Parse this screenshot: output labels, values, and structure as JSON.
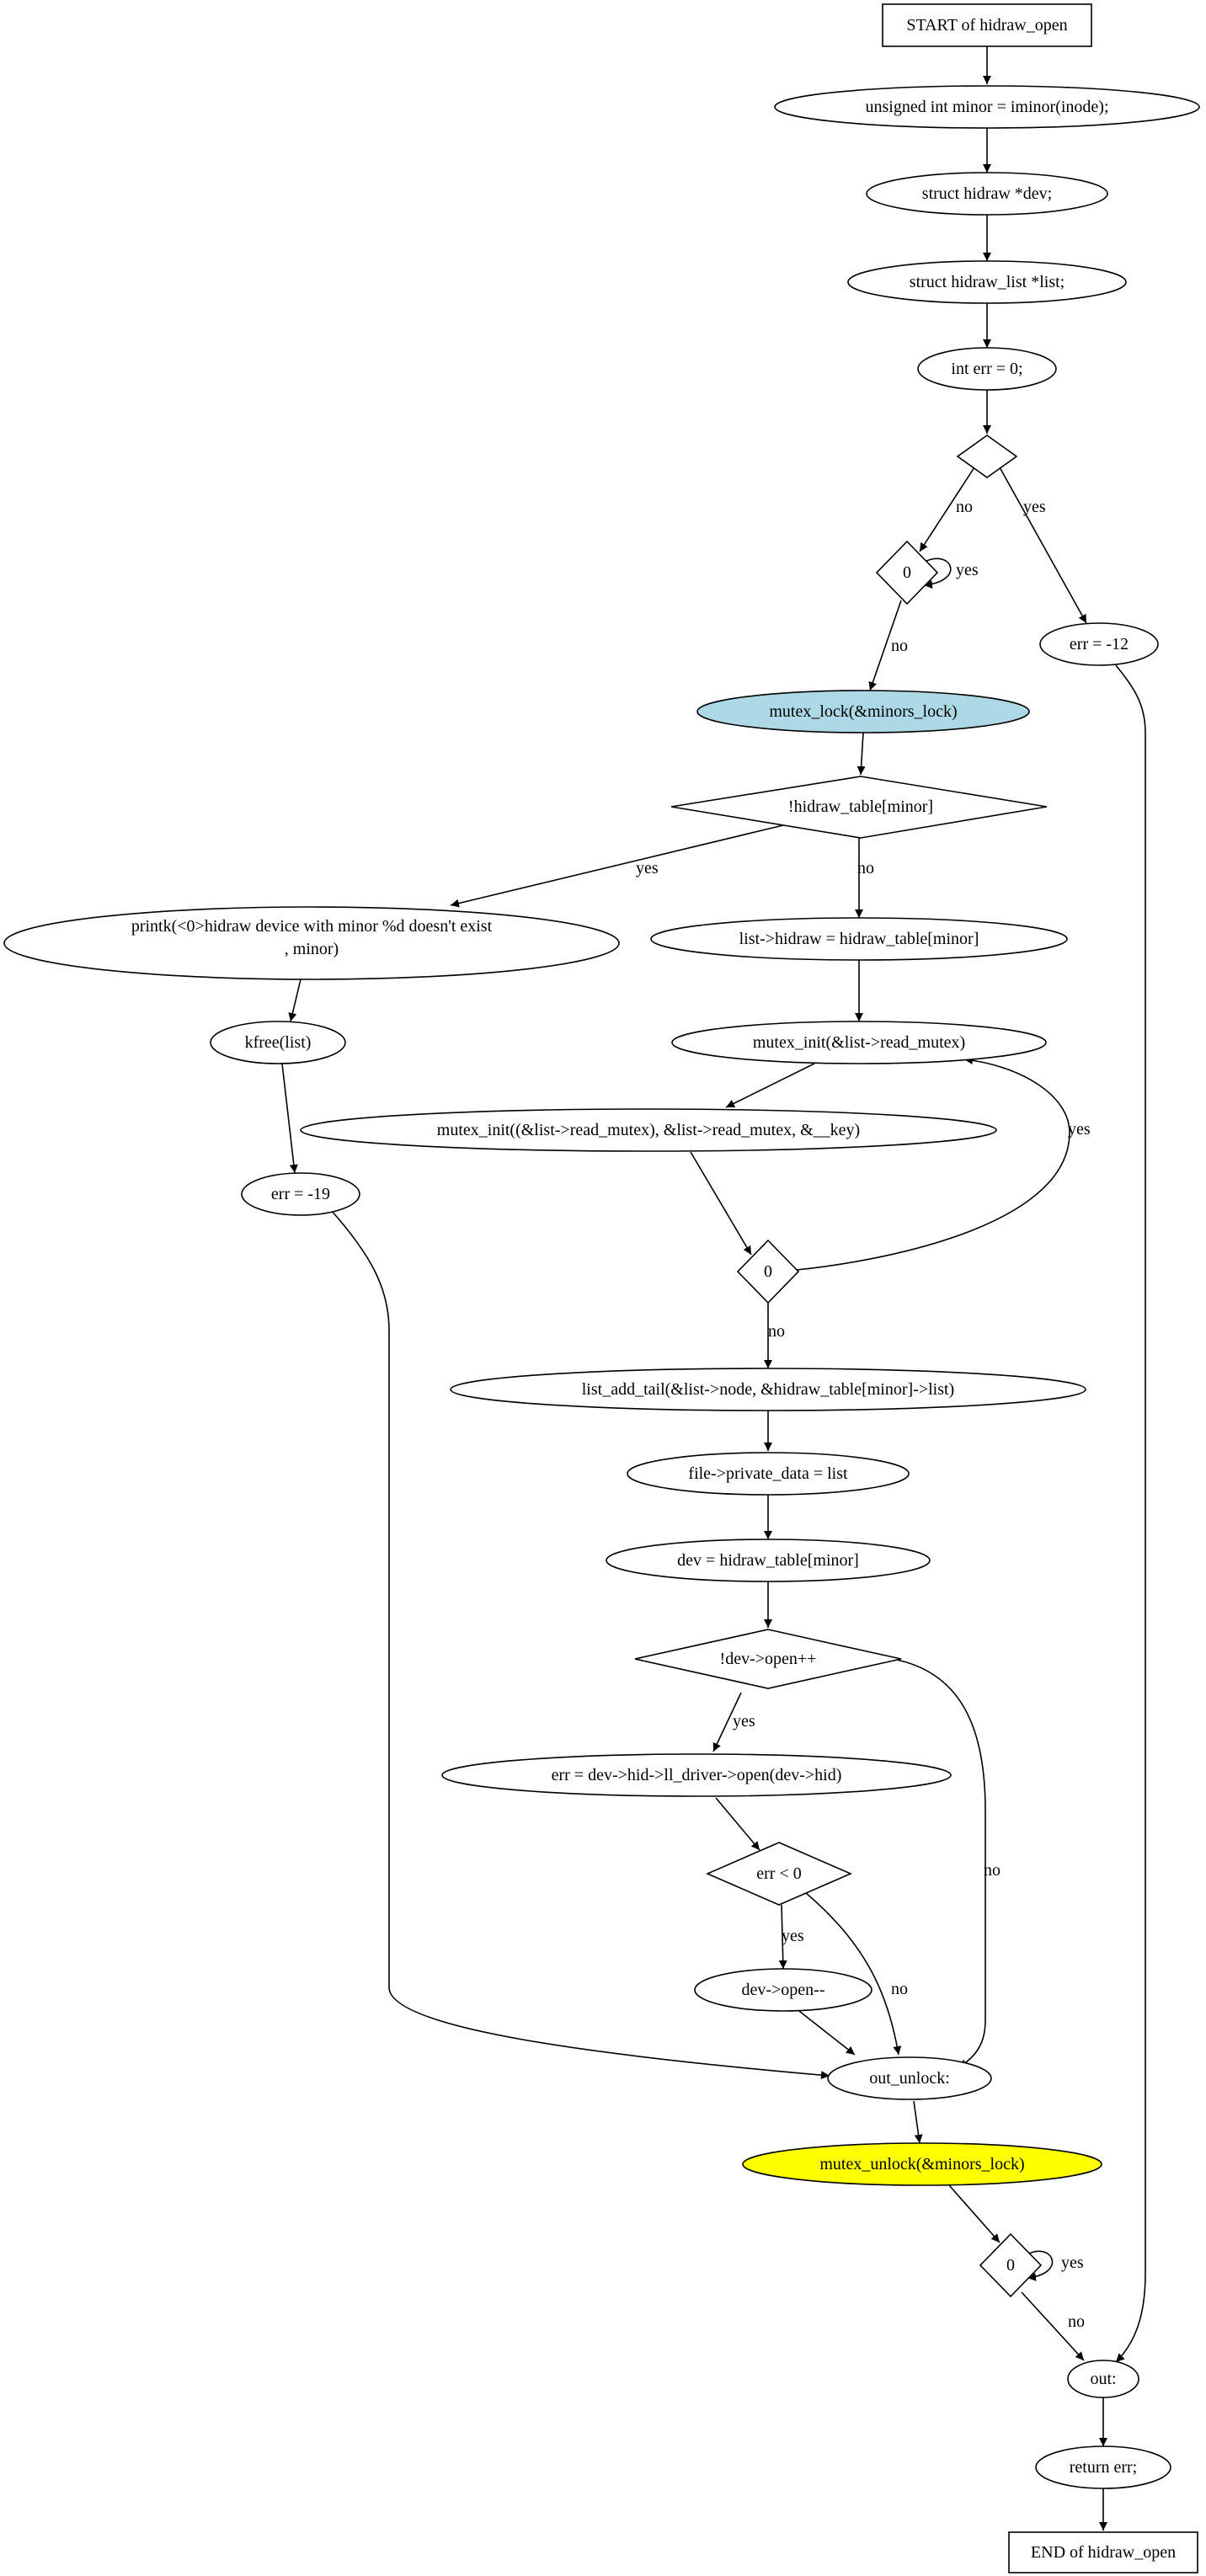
{
  "nodes": {
    "start": {
      "text": "START of hidraw_open"
    },
    "minor": {
      "text": "unsigned int minor = iminor(inode);"
    },
    "dev_decl": {
      "text": "struct hidraw *dev;"
    },
    "list_decl": {
      "text": "struct hidraw_list *list;"
    },
    "err_decl": {
      "text": "int err = 0;"
    },
    "cond1": {
      "text": ""
    },
    "zero1": {
      "text": "0"
    },
    "err12": {
      "text": "err = -12"
    },
    "mutex_lock": {
      "text": "mutex_lock(&minors_lock)",
      "fill": "#add8e6"
    },
    "hidraw_check": {
      "text": "!hidraw_table[minor]"
    },
    "printk": {
      "line1": "printk(<0>hidraw device with minor %d doesn't exist",
      "line2": ", minor)"
    },
    "kfree": {
      "text": "kfree(list)"
    },
    "err19": {
      "text": "err = -19"
    },
    "list_hidraw": {
      "text": "list->hidraw = hidraw_table[minor]"
    },
    "mutex_init1": {
      "text": "mutex_init(&list->read_mutex)"
    },
    "mutex_init2": {
      "text": "mutex_init((&list->read_mutex), &list->read_mutex, &__key)"
    },
    "zero2": {
      "text": "0"
    },
    "list_add": {
      "text": "list_add_tail(&list->node, &hidraw_table[minor]->list)"
    },
    "private_data": {
      "text": "file->private_data = list"
    },
    "dev_assign": {
      "text": "dev = hidraw_table[minor]"
    },
    "dev_open": {
      "text": "!dev->open++"
    },
    "ll_open": {
      "text": "err = dev->hid->ll_driver->open(dev->hid)"
    },
    "err_lt": {
      "text": "err < 0"
    },
    "open_dec": {
      "text": "dev->open--"
    },
    "out_unlock": {
      "text": "out_unlock:"
    },
    "mutex_unlock": {
      "text": "mutex_unlock(&minors_lock)",
      "fill": "#ffff00"
    },
    "zero3": {
      "text": "0"
    },
    "out": {
      "text": "out:"
    },
    "return_err": {
      "text": "return err;"
    },
    "end": {
      "text": "END of hidraw_open"
    }
  },
  "edge_labels": {
    "cond1_no": "no",
    "cond1_yes": "yes",
    "zero1_yes": "yes",
    "zero1_no": "no",
    "check_yes": "yes",
    "check_no": "no",
    "zero2_yes": "yes",
    "zero2_no": "no",
    "devopen_yes": "yes",
    "devopen_no": "no",
    "errlt_yes": "yes",
    "errlt_no": "no",
    "zero3_yes": "yes",
    "zero3_no": "no"
  }
}
